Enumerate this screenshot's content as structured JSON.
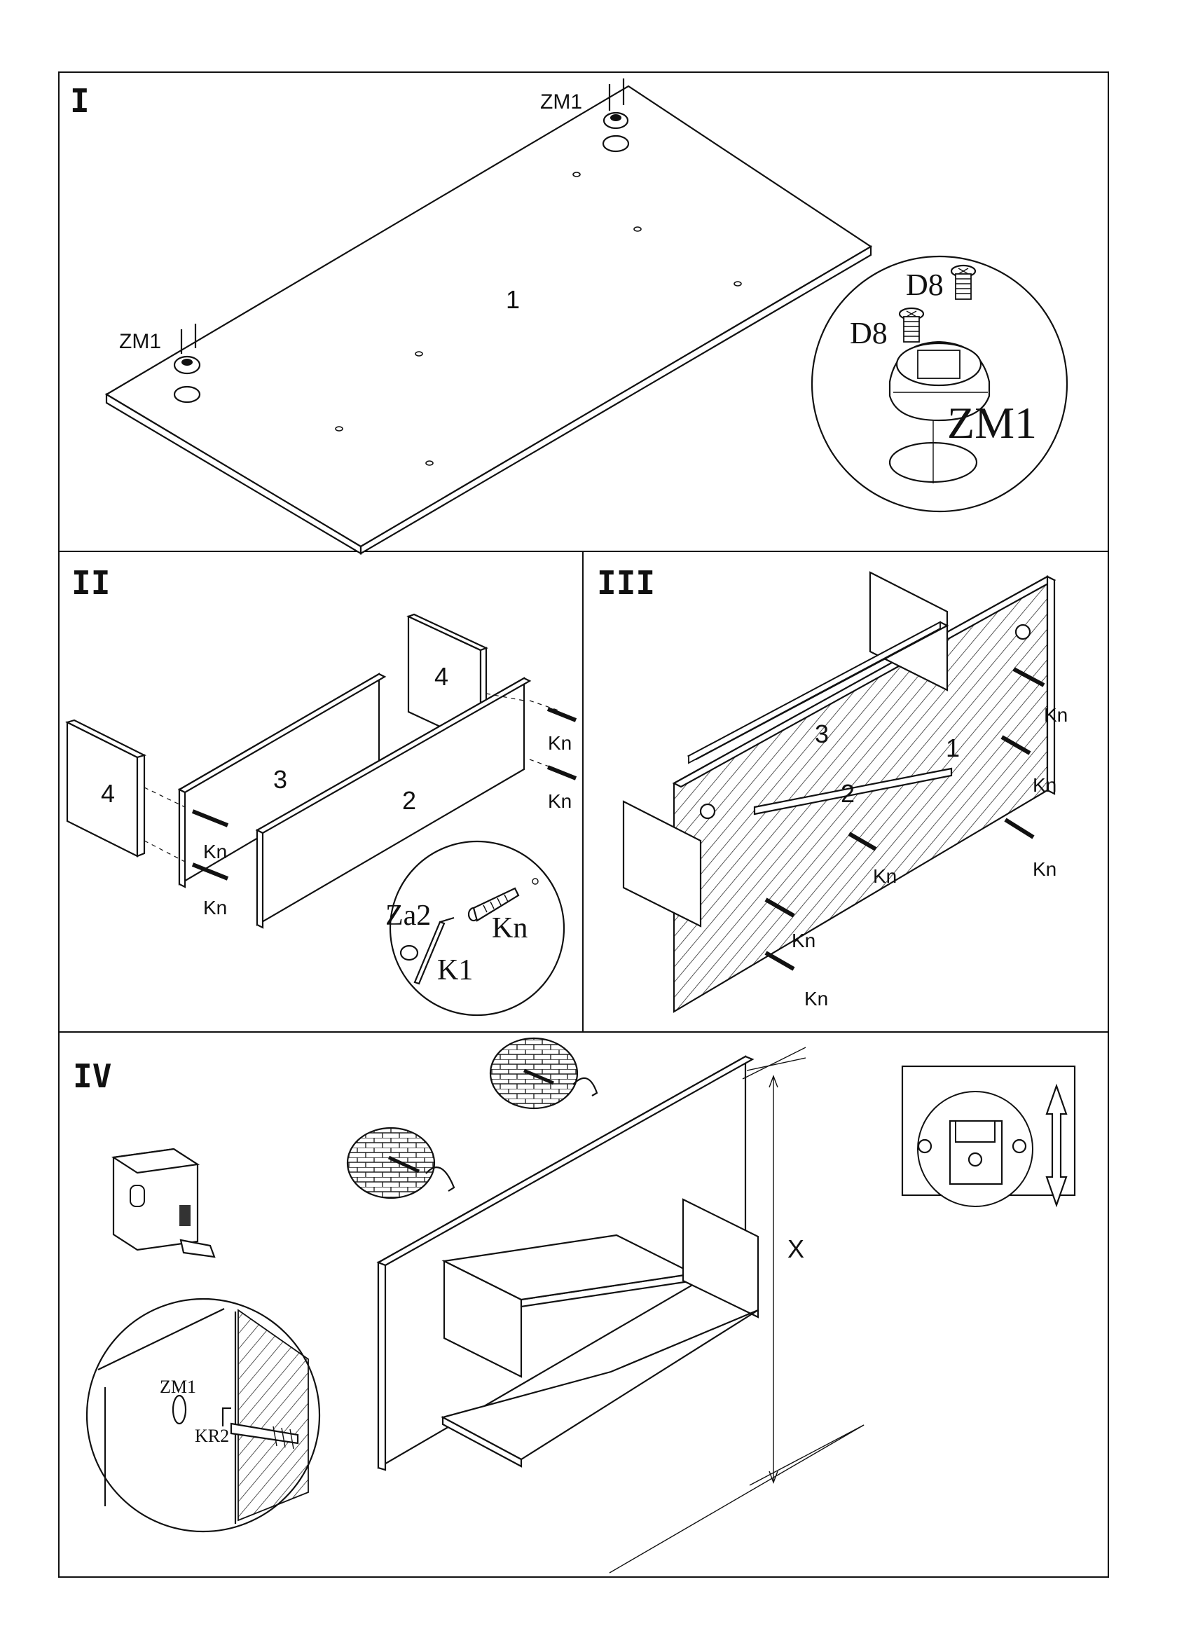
{
  "steps": {
    "s1": {
      "label": "I",
      "part": "1",
      "fitting_left": "ZM1",
      "fitting_right": "ZM1",
      "detail": {
        "screw_a": "D8",
        "screw_b": "D8",
        "fitting": "ZM1"
      }
    },
    "s2": {
      "label": "II",
      "part_side_left": "4",
      "part_side_right": "4",
      "part_back": "3",
      "part_front": "2",
      "dowels": [
        "Kn",
        "Kn",
        "Kn",
        "Kn"
      ],
      "detail": {
        "plug": "Za2",
        "dowel": "Kn",
        "key": "K1"
      }
    },
    "s3": {
      "label": "III",
      "part_shelf_top": "3",
      "part_shelf_mid": "2",
      "part_panel": "1",
      "dowels": [
        "Kn",
        "Kn",
        "Kn",
        "Kn",
        "Kn",
        "Kn"
      ]
    },
    "s4": {
      "label": "IV",
      "height_marker": "X",
      "detail": {
        "fitting": "ZM1",
        "hook": "KR2"
      }
    }
  }
}
